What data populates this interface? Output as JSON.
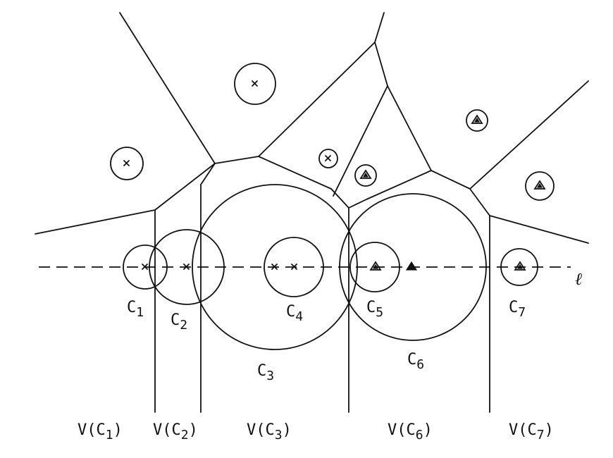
{
  "line_label": "ℓ",
  "circle_labels": [
    {
      "base": "C",
      "sub": "1"
    },
    {
      "base": "C",
      "sub": "2"
    },
    {
      "base": "C",
      "sub": "3"
    },
    {
      "base": "C",
      "sub": "4"
    },
    {
      "base": "C",
      "sub": "5"
    },
    {
      "base": "C",
      "sub": "6"
    },
    {
      "base": "C",
      "sub": "7"
    }
  ],
  "region_labels": [
    {
      "pre": "V(C",
      "sub": "1",
      "post": ")"
    },
    {
      "pre": "V(C",
      "sub": "2",
      "post": ")"
    },
    {
      "pre": "V(C",
      "sub": "3",
      "post": ")"
    },
    {
      "pre": "V(C",
      "sub": "6",
      "post": ")"
    },
    {
      "pre": "V(C",
      "sub": "7",
      "post": ")"
    }
  ],
  "colors": {
    "ink": "#111111",
    "background": "#ffffff"
  }
}
